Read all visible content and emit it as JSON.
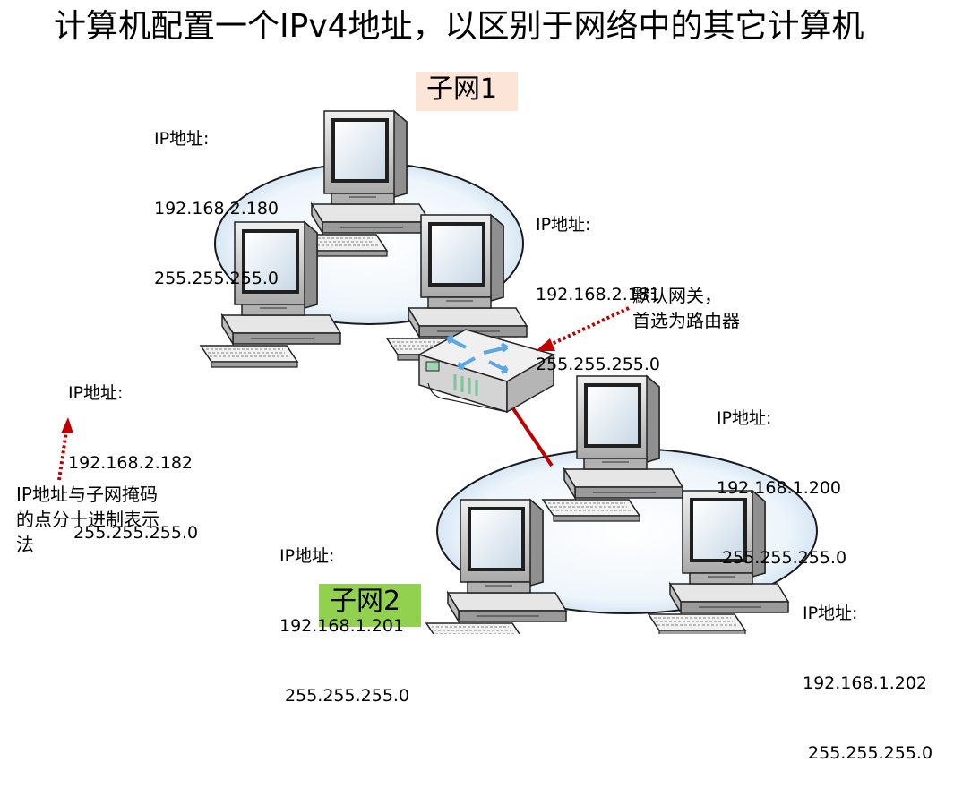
{
  "title": "计算机配置一个IPv4地址，以区别于网络中的其它计算机",
  "subnets": {
    "subnet1": "子网1",
    "subnet2": "子网2"
  },
  "hosts": {
    "h1": {
      "label": "IP地址:",
      "ip": "192.168.2.180",
      "mask": "255.255.255.0"
    },
    "h2": {
      "label": "IP地址:",
      "ip": "192.168.2.181",
      "mask": "255.255.255.0"
    },
    "h3": {
      "label": "IP地址:",
      "ip": "192.168.2.182",
      "mask": " 255.255.255.0"
    },
    "h4": {
      "label": "IP地址:",
      "ip": "192.168.1.200",
      "mask": " 255.255.255.0"
    },
    "h5": {
      "label": "IP地址:",
      "ip": "192.168.1.201",
      "mask": " 255.255.255.0"
    },
    "h6": {
      "label": "IP地址:",
      "ip": "192.168.1.202",
      "mask": " 255.255.255.0"
    }
  },
  "notes": {
    "gateway": [
      "默认网关，",
      "首选为路由器"
    ],
    "dotted": [
      "IP地址与子网掩码",
      "的点分十进制表示",
      "法"
    ]
  },
  "colors": {
    "link": "#c00000",
    "arrow": "#c00000",
    "ellipse_fill": "#e6f1fa",
    "ellipse_stroke": "#1a1a1a",
    "subnet1_bg": "#fce4d6",
    "subnet2_bg": "#92d050"
  }
}
